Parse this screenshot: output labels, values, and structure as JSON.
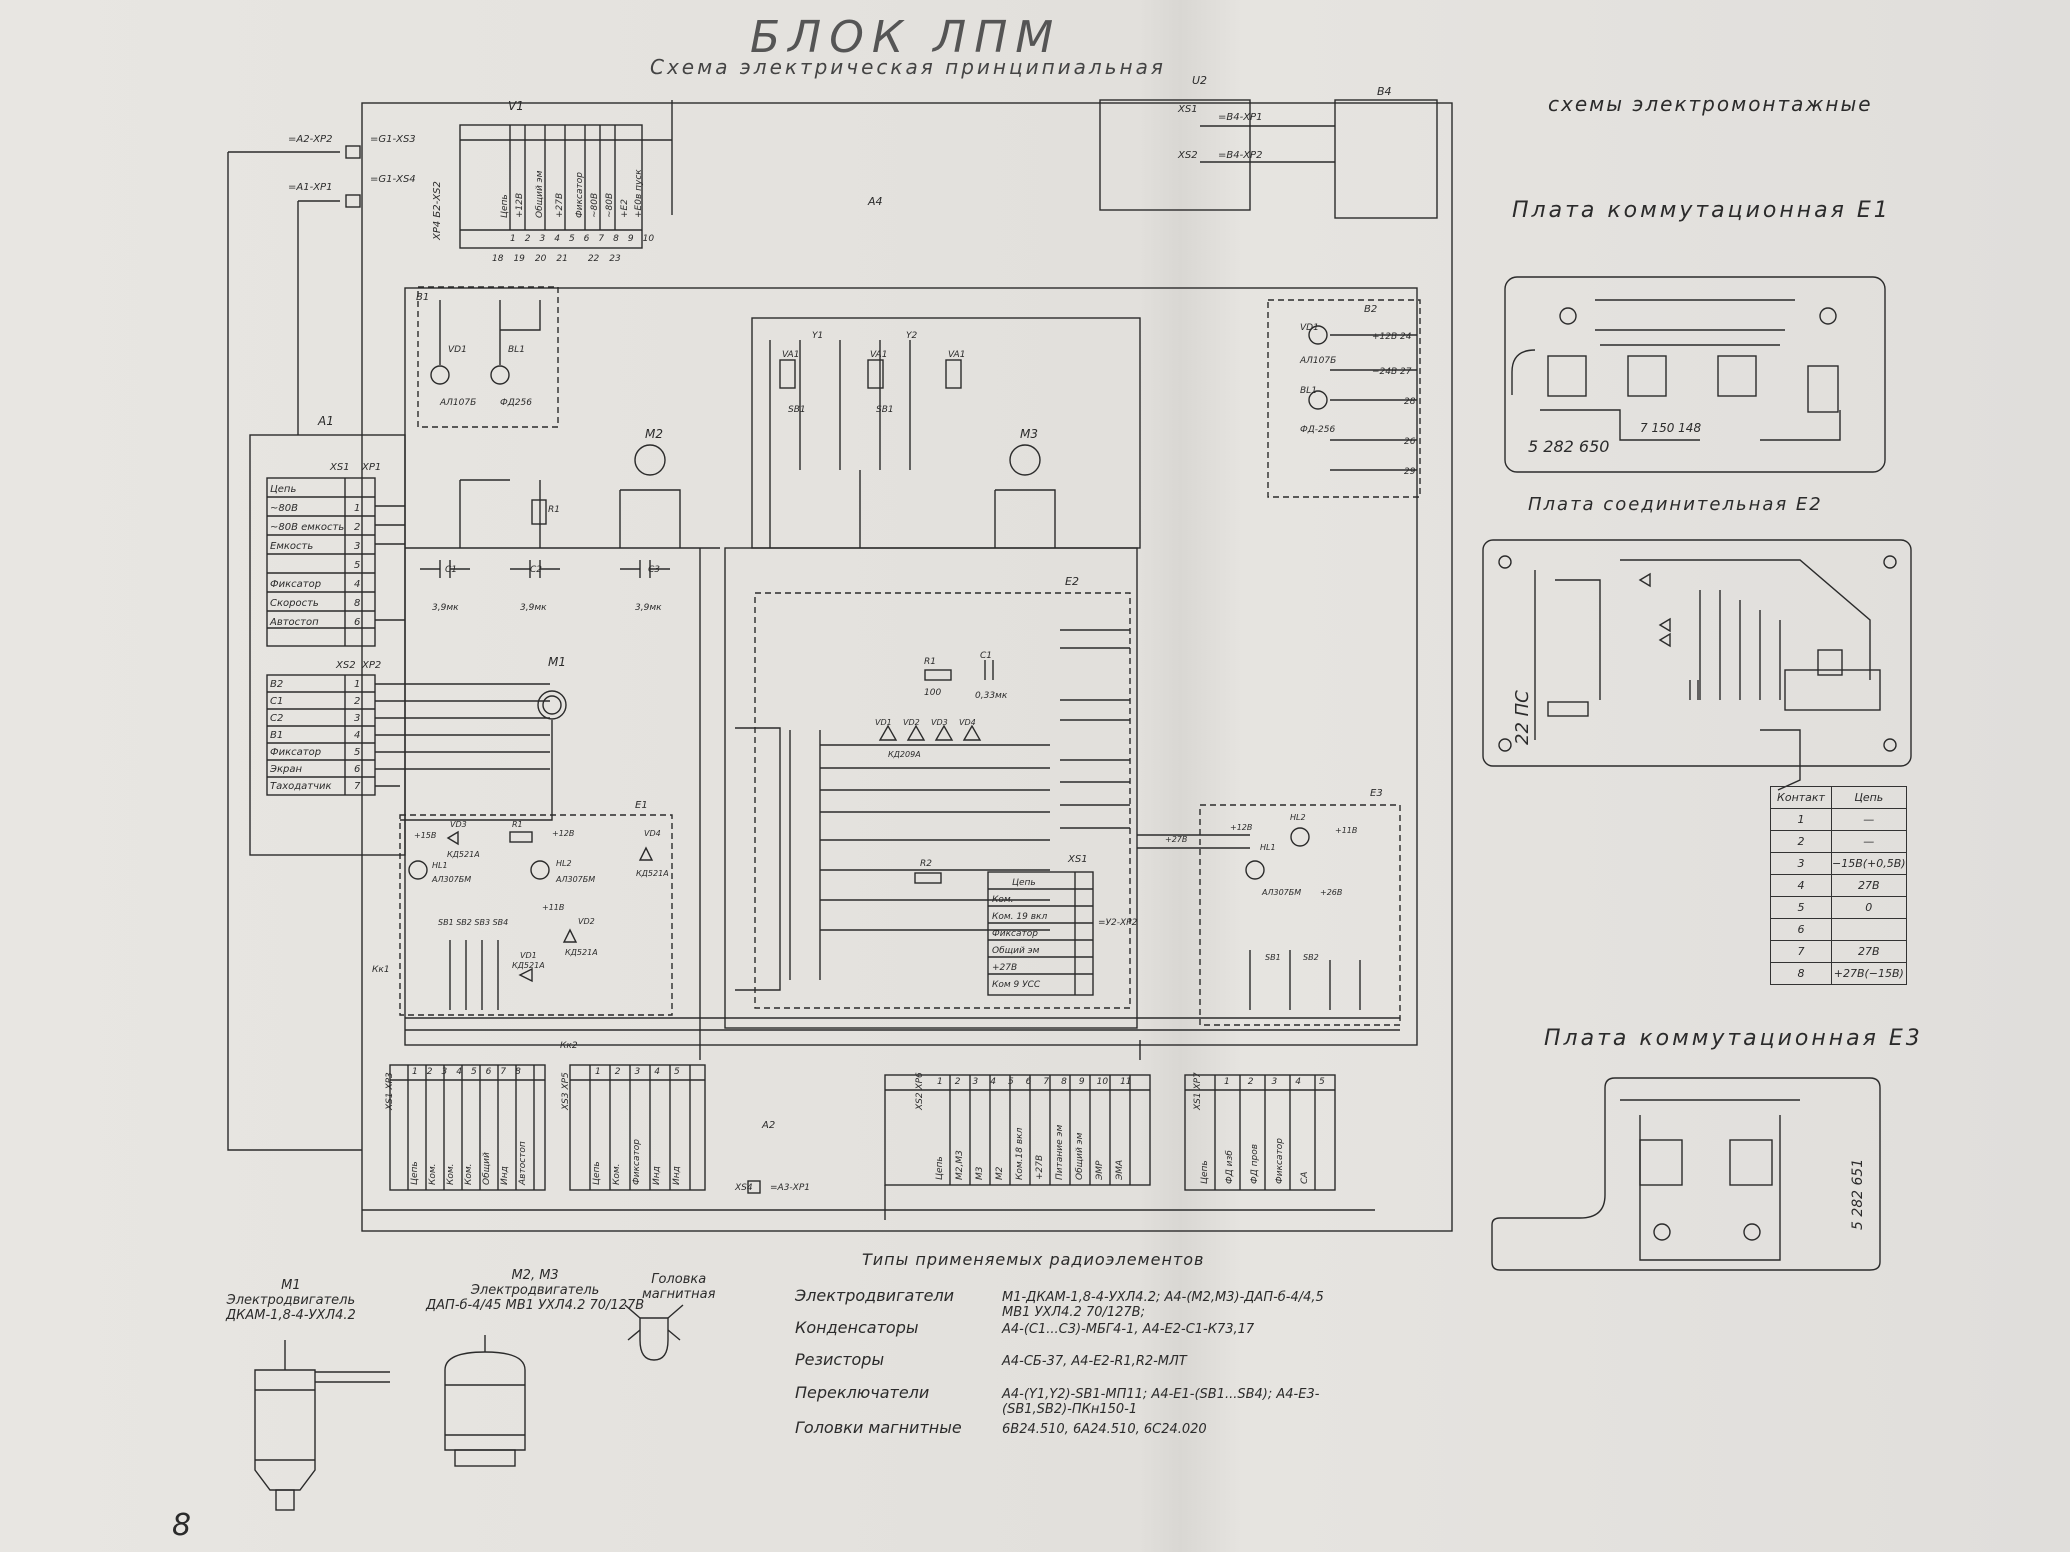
{
  "header": {
    "title": "БЛОК ЛПМ",
    "subtitle": "Схема электрическая принципиальная",
    "montage_title": "схемы электромонтажные"
  },
  "boards": {
    "e1": {
      "title": "Плата коммутационная Е1",
      "code": "5 282 650",
      "code2": "7 150 148"
    },
    "e2": {
      "title": "Плата соединительная Е2",
      "code": "22 ПС"
    },
    "e3": {
      "title": "Плата коммутационная Е3",
      "code": "5 282 651"
    }
  },
  "contact_table": {
    "headers": [
      "Контакт",
      "Цепь"
    ],
    "rows": [
      [
        "1",
        "—"
      ],
      [
        "2",
        "—"
      ],
      [
        "3",
        "−15В(+0,5В)"
      ],
      [
        "4",
        "27В"
      ],
      [
        "5",
        "0"
      ],
      [
        "6",
        ""
      ],
      [
        "7",
        "27В"
      ],
      [
        "8",
        "+27В(−15В)"
      ]
    ]
  },
  "a1": {
    "name": "А1",
    "xs1": {
      "label": "ХS1",
      "xp": "ХР1",
      "rows": [
        "Цепь",
        "~80В",
        "~80В емкость",
        "Емкость",
        "",
        "Фиксатор",
        "Скорость",
        "Автостоп"
      ],
      "pins": [
        "",
        "1",
        "2",
        "3",
        "5",
        "4",
        "8",
        "6"
      ]
    },
    "xs2": {
      "label": "ХS2",
      "xp": "ХР2",
      "rows": [
        "В2",
        "С1",
        "С2",
        "В1",
        "Фиксатор",
        "Экран",
        "Таходатчик"
      ],
      "pins": [
        "1",
        "2",
        "3",
        "4",
        "5",
        "6",
        "7"
      ]
    }
  },
  "top": {
    "v1": "V1",
    "u2": "U2",
    "b4": "В4",
    "a4": "А4",
    "xp4": "ХР4 Б2-ХS2",
    "xp4_cols": [
      "Цепь",
      "+12В",
      "Общий эм",
      "+27В",
      "Фиксатор",
      "~80В",
      "~80В",
      "+Е2",
      "+Е0в пуск"
    ],
    "xp4_pins": [
      "1",
      "2",
      "3",
      "4",
      "5",
      "6",
      "7",
      "8",
      "9",
      "10"
    ],
    "xp4_bottom": [
      "18",
      "19",
      "20",
      "21",
      "",
      "22",
      "23"
    ],
    "conn_a2": "=А2-ХР2",
    "conn_a1": "=А1-ХР1",
    "conn_g1_xs3": "=G1-ХS3",
    "conn_g1_xs4": "=G1-ХS4",
    "u2_xs1": "ХS1",
    "u2_xs2": "ХS2",
    "u2_b4xp1": "=В4-ХР1",
    "u2_b4xp2": "=В4-ХР2"
  },
  "parts": {
    "b1": "В1",
    "vd1": "VD1",
    "bl1": "BL1",
    "al107": "АЛ107Б",
    "fd256": "ФД256",
    "b2": "В2",
    "b2_vd1": "VD1",
    "b2_bl1": "BL1",
    "b2_al": "АЛ107Б",
    "b2_fd": "ФД-256",
    "b2_nets": [
      "+12В 24",
      "−24В 27",
      "28",
      "26",
      "29"
    ],
    "m1": "М1",
    "m2": "М2",
    "m3": "М3",
    "r1": "R1",
    "c1": "С1",
    "c2": "С2",
    "c3": "С3",
    "cap_val": "3,9мк",
    "va1": "VA1",
    "y1": "Y1",
    "y2": "Y2",
    "sb1": "SB1",
    "e2": "Е2",
    "e1": "Е1",
    "e3": "Е3",
    "e2_r1": "R1",
    "e2_r1v": "100",
    "e2_c1": "С1",
    "e2_c1v": "0,33мк",
    "e2_r2": "R2",
    "e2_vd": [
      "VD1",
      "VD2",
      "VD3",
      "VD4"
    ],
    "e2_vdtype": "КД209А",
    "e2_table": [
      "Цепь",
      "Ком.",
      "Ком. 19 вкл",
      "Фиксатор",
      "Общий эм",
      "+27В",
      "Ком 9 УСС"
    ],
    "e2_xs1": "ХS1",
    "e2_conn": "=У2-ХР2",
    "e1_parts": {
      "vd3": "VD3",
      "vd3t": "КД521А",
      "r1": "R1",
      "vd4": "VD4",
      "vd4t": "КД521А",
      "hl1": "HL1",
      "hl2": "HL2",
      "al": "АЛ307БМ",
      "vd1": "VD1",
      "vd2": "VD2",
      "kd": "КД521А",
      "p15": "+15В",
      "p12": "+12В",
      "p11": "+11В",
      "sb": "SB1 SB2 SB3 SB4"
    },
    "e3_parts": {
      "hl2": "HL2",
      "hl1": "HL1",
      "al": "АЛ307БМ",
      "p27": "+27В",
      "p11": "+11В",
      "p26": "+26В",
      "sb1": "SB1",
      "sb2": "SB2",
      "p12": "+12В"
    },
    "kk1": "Кк1",
    "kk2": "Кк2"
  },
  "bottom_conns": {
    "xp3": {
      "label": "ХS1 ХР3",
      "cols": [
        "Цепь",
        "Ком.",
        "Ком.",
        "Ком.",
        "Общий",
        "Инд",
        "Автостоп"
      ],
      "pins": [
        "1",
        "2",
        "3",
        "4",
        "5",
        "6",
        "7",
        "8"
      ]
    },
    "xp5": {
      "label": "ХS3 ХР5",
      "cols": [
        "Цепь",
        "Ком.",
        "Фиксатор",
        "Инд",
        "Инд"
      ],
      "pins": [
        "1",
        "2",
        "3",
        "4",
        "5"
      ]
    },
    "xp6": {
      "label": "ХS2 ХР6",
      "cols": [
        "Цепь",
        "М2,М3",
        "М3",
        "М2",
        "Ком.18 вкл",
        "+27В",
        "Питание эм",
        "Общий эм",
        "ЭМР",
        "ЭМА"
      ],
      "pins": [
        "1",
        "2",
        "3",
        "4",
        "5",
        "6",
        "7",
        "8",
        "9",
        "10",
        "11"
      ]
    },
    "xp7": {
      "label": "ХS1 ХР7",
      "cols": [
        "Цепь",
        "ФД изб",
        "ФД пров",
        "Фиксатор",
        "СА"
      ],
      "pins": [
        "1",
        "2",
        "3",
        "4",
        "5"
      ]
    },
    "a2": "А2",
    "a3xp1": "=А3-ХР1",
    "xs4": "ХS4"
  },
  "captions": {
    "m1": [
      "М1",
      "Электродвигатель",
      "ДКАМ-1,8-4-УХЛ4.2"
    ],
    "m23": [
      "М2, М3",
      "Электродвигатель",
      "ДАП-б-4/45 МВ1 УХЛ4.2 70/127В"
    ],
    "head": [
      "Головка",
      "магнитная"
    ]
  },
  "elements": {
    "title": "Типы применяемых радиоэлементов",
    "rows": [
      {
        "label": "Электродвигатели",
        "value": "М1-ДКАМ-1,8-4-УХЛ4.2; А4-(М2,М3)-ДАП-б-4/4,5 МВ1 УХЛ4.2 70/127В;"
      },
      {
        "label": "Конденсаторы",
        "value": "А4-(С1...С3)-МБГ4-1, А4-Е2-С1-К73,17"
      },
      {
        "label": "Резисторы",
        "value": "А4-СБ-37, А4-Е2-R1,R2-МЛТ"
      },
      {
        "label": "Переключатели",
        "value": "А4-(Y1,Y2)-SB1-МП11; А4-Е1-(SB1...SB4); А4-Е3-(SB1,SB2)-ПКн150-1"
      },
      {
        "label": "Головки магнитные",
        "value": "6В24.510, 6А24.510, 6С24.020"
      }
    ]
  },
  "page_number": "8",
  "colors": {
    "ink": "#2b2b2b",
    "paper": "#e4e2de"
  }
}
